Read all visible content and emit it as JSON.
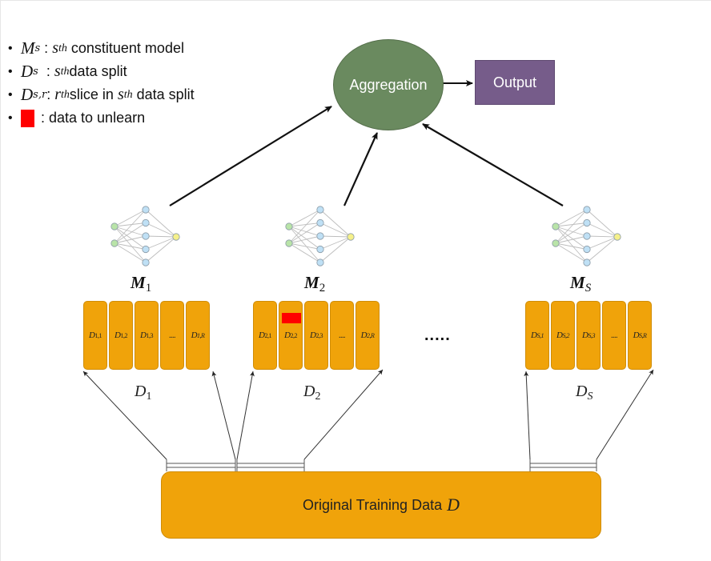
{
  "legend": {
    "items": [
      {
        "symbol": "M",
        "subscript": "s",
        "sep": " : ",
        "sup_base": "s",
        "sup": "th",
        "text": " constituent model"
      },
      {
        "symbol": "D",
        "subscript": "s",
        "sep": "  : ",
        "sup_base": "s",
        "sup": "th",
        "text": "data split"
      },
      {
        "symbol": "D",
        "subscript": "s,r",
        "sep": ": ",
        "sup_base": "r",
        "sup": "th",
        "text": "slice in ",
        "sup_base2": "s",
        "sup2": "th",
        "text2": " data split"
      },
      {
        "swatch_color": "#ff0000",
        "text": ": data to unlearn"
      }
    ]
  },
  "aggregation": {
    "label": "Aggregation",
    "color": "#6a8a5f"
  },
  "output": {
    "label": "Output",
    "color": "#765c8a"
  },
  "models": [
    {
      "symbol": "M",
      "subscript": "1"
    },
    {
      "symbol": "M",
      "subscript": "2"
    },
    {
      "symbol": "M",
      "subscript": "S"
    }
  ],
  "splits": [
    {
      "label_symbol": "D",
      "label_subscript": "1",
      "slices": [
        {
          "sym": "D",
          "sub": "1,1"
        },
        {
          "sym": "D",
          "sub": "1,2"
        },
        {
          "sym": "D",
          "sub": "1,3"
        },
        {
          "dots": "...."
        },
        {
          "sym": "D",
          "sub": "1,R"
        }
      ]
    },
    {
      "label_symbol": "D",
      "label_subscript": "2",
      "slices": [
        {
          "sym": "D",
          "sub": "2,1"
        },
        {
          "sym": "D",
          "sub": "2,2",
          "unlearn": true
        },
        {
          "sym": "D",
          "sub": "2,3"
        },
        {
          "dots": "...."
        },
        {
          "sym": "D",
          "sub": "2,R"
        }
      ]
    },
    {
      "label_symbol": "D",
      "label_subscript": "S",
      "slices": [
        {
          "sym": "D",
          "sub": "S,1"
        },
        {
          "sym": "D",
          "sub": "S,2"
        },
        {
          "sym": "D",
          "sub": "S,3"
        },
        {
          "dots": "...."
        },
        {
          "sym": "D",
          "sub": "S,R"
        }
      ]
    }
  ],
  "ellipsis": ".....",
  "original_data": {
    "label": "Original Training Data",
    "symbol": "D",
    "color": "#f0a30a"
  },
  "colors": {
    "slice_fill": "#f0a30a",
    "unlearn": "#ff0000",
    "input_node": "#b9e4a8",
    "hidden_node": "#bfe0f5",
    "output_node": "#f5f08a"
  }
}
